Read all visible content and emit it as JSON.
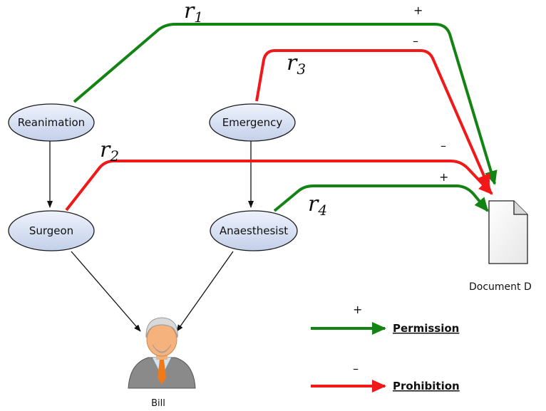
{
  "nodes": {
    "reanimation": "Reanimation",
    "emergency": "Emergency",
    "surgeon": "Surgeon",
    "anaesthesist": "Anaesthesist"
  },
  "user": {
    "label": "Bill",
    "icon": "person-icon"
  },
  "document": {
    "label": "Document D",
    "icon": "document-icon"
  },
  "rules": {
    "r1": {
      "symbol": "r",
      "index": "1",
      "sign": "+",
      "type": "permission"
    },
    "r2": {
      "symbol": "r",
      "index": "2",
      "sign": "–",
      "type": "prohibition"
    },
    "r3": {
      "symbol": "r",
      "index": "3",
      "sign": "–",
      "type": "prohibition"
    },
    "r4": {
      "symbol": "r",
      "index": "4",
      "sign": "+",
      "type": "permission"
    }
  },
  "legend": {
    "permission": {
      "sign": "+",
      "label": "Permission"
    },
    "prohibition": {
      "sign": "–",
      "label": "Prohibition"
    }
  },
  "colors": {
    "permission": "#138413",
    "prohibition": "#f01818",
    "node_fill": "#d4def2",
    "node_stroke": "#1a1a1a"
  }
}
